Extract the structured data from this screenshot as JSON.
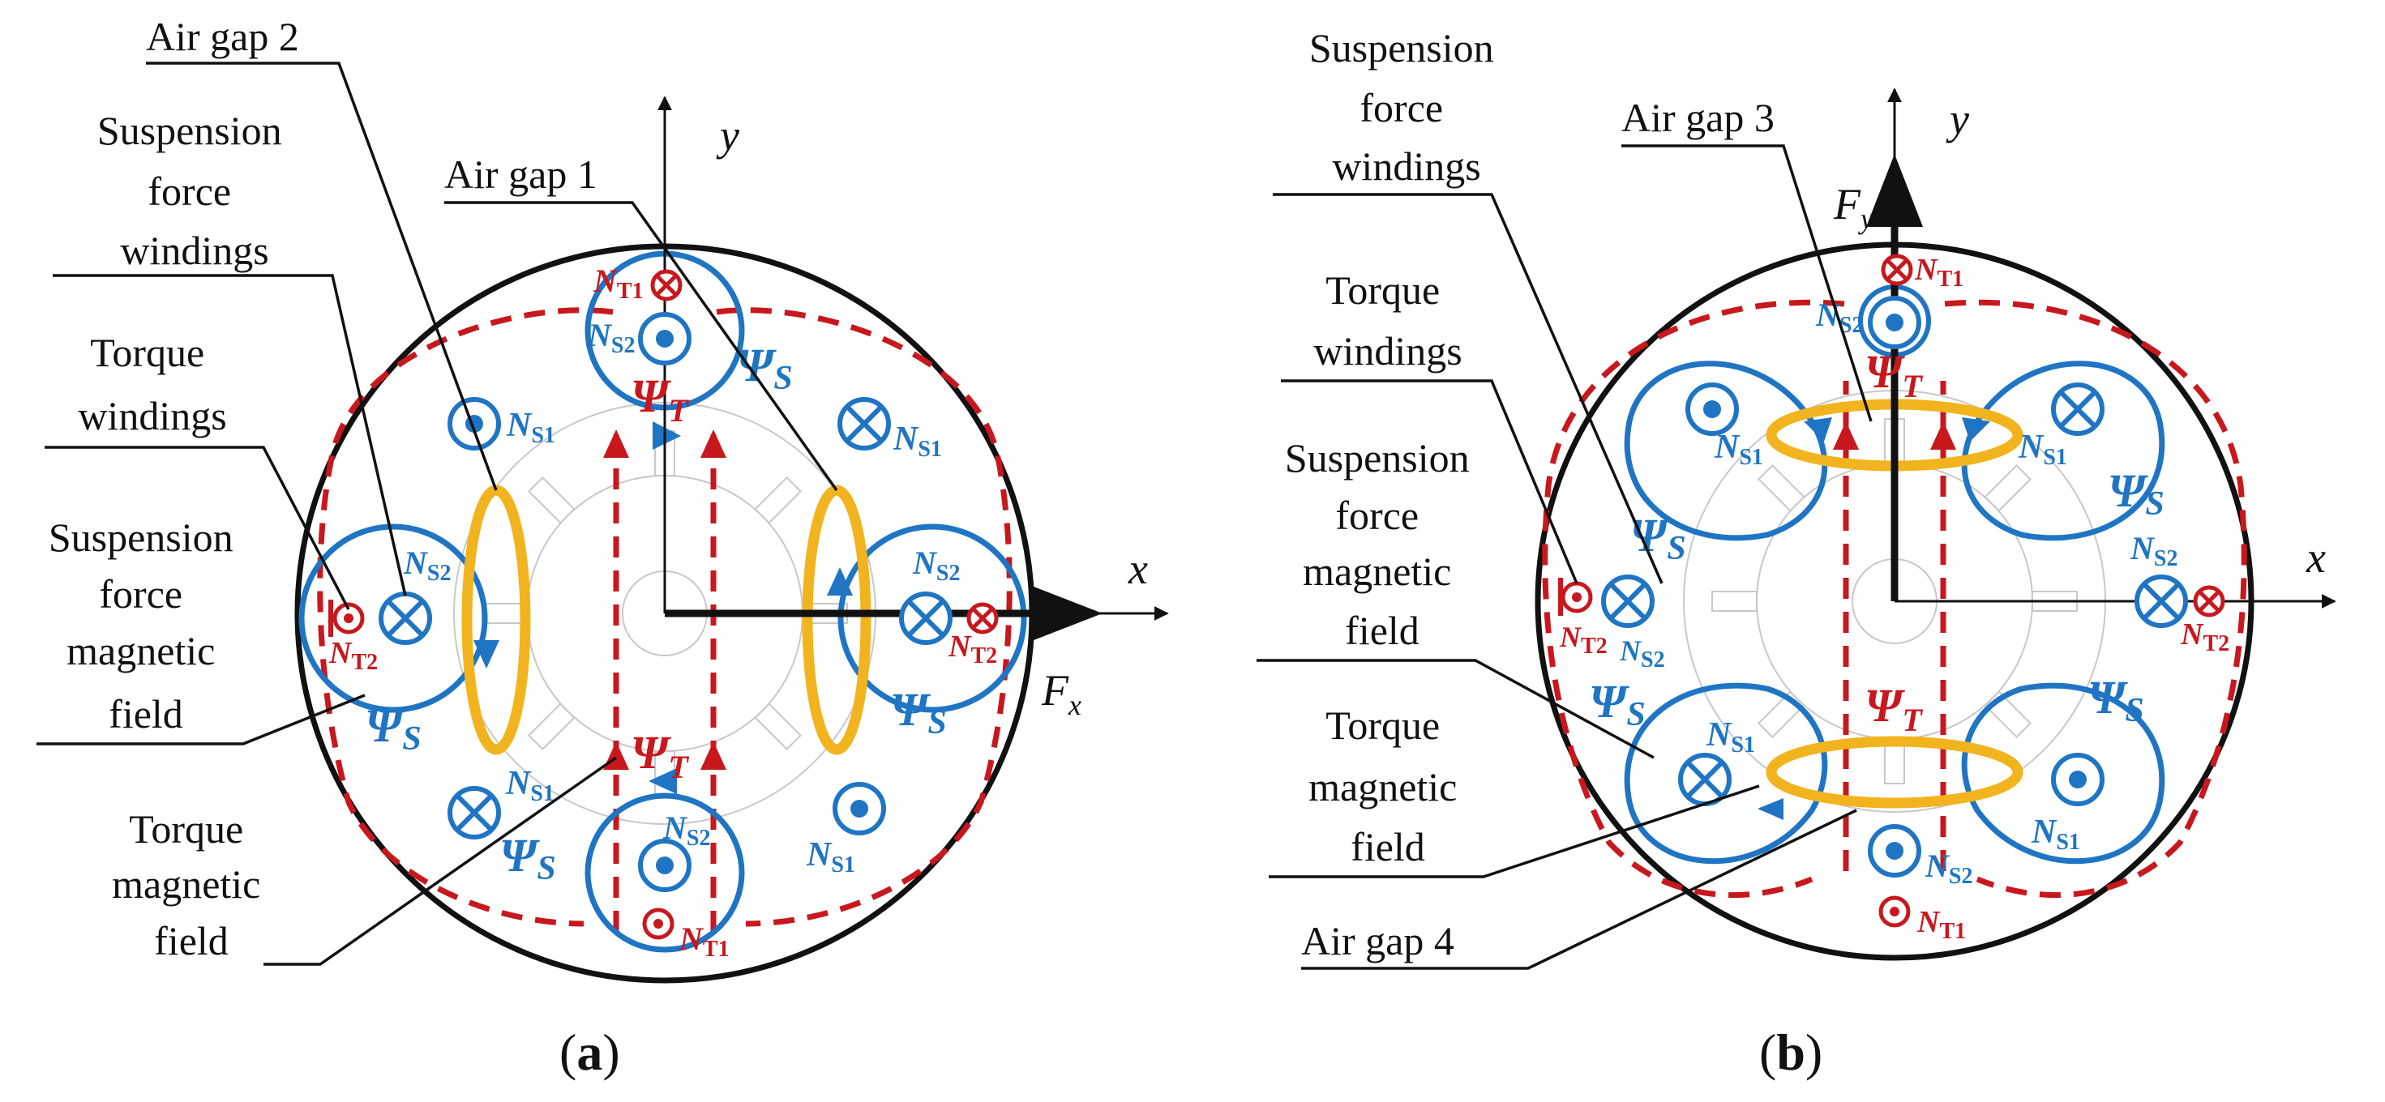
{
  "colors": {
    "outline": "#111111",
    "flux_blue": "#1f75c3",
    "torque_red": "#c8181e",
    "air_gap_ring": "#f2b41e",
    "stator_gray": "#c8c8c8"
  },
  "panel_a": {
    "caption_open": "(",
    "caption_letter": "a",
    "caption_close": ")",
    "axis_x": "x",
    "axis_y": "y",
    "force": "F",
    "force_sub": "x",
    "labels": {
      "air_gap_2": "Air gap 2",
      "air_gap_1": "Air gap 1",
      "suspension_windings_1": "Suspension",
      "suspension_windings_2": "force",
      "suspension_windings_3": "windings",
      "torque_windings_1": "Torque",
      "torque_windings_2": "windings",
      "suspension_field_1": "Suspension",
      "suspension_field_2": "force",
      "suspension_field_3": "magnetic",
      "suspension_field_4": "field",
      "torque_field_1": "Torque",
      "torque_field_2": "magnetic",
      "torque_field_3": "field"
    }
  },
  "panel_b": {
    "caption_open": "(",
    "caption_letter": "b",
    "caption_close": ")",
    "axis_x": "x",
    "axis_y": "y",
    "force": "F",
    "force_sub": "y",
    "labels": {
      "suspension_windings_1": "Suspension",
      "suspension_windings_2": "force",
      "suspension_windings_3": "windings",
      "air_gap_3": "Air gap 3",
      "torque_windings_1": "Torque",
      "torque_windings_2": "windings",
      "suspension_field_1": "Suspension",
      "suspension_field_2": "force",
      "suspension_field_3": "magnetic",
      "suspension_field_4": "field",
      "torque_field_1": "Torque",
      "torque_field_2": "magnetic",
      "torque_field_3": "field",
      "air_gap_4": "Air gap 4"
    }
  },
  "symbols": {
    "N": "N",
    "S1": "S1",
    "S2": "S2",
    "T1": "T1",
    "T2": "T2",
    "Psi": "Ψ",
    "psi_s": "S",
    "psi_t": "T"
  }
}
